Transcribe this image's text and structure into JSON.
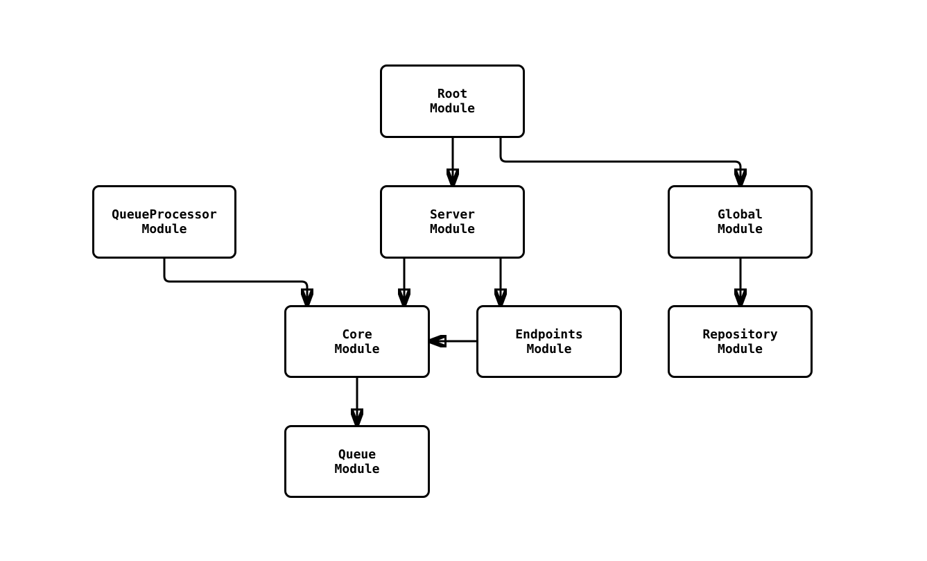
{
  "diagram": {
    "type": "module-dependency-graph",
    "background_color": "#ffffff",
    "stroke_color": "#000000",
    "text_color": "#000000",
    "nodes": {
      "root": {
        "line1": "Root",
        "line2": "Module"
      },
      "queue_processor": {
        "line1": "QueueProcessor",
        "line2": "Module"
      },
      "server": {
        "line1": "Server",
        "line2": "Module"
      },
      "global": {
        "line1": "Global",
        "line2": "Module"
      },
      "core": {
        "line1": "Core",
        "line2": "Module"
      },
      "endpoints": {
        "line1": "Endpoints",
        "line2": "Module"
      },
      "repository": {
        "line1": "Repository",
        "line2": "Module"
      },
      "queue": {
        "line1": "Queue",
        "line2": "Module"
      }
    },
    "edges": [
      {
        "from": "Root Module",
        "to": "Server Module"
      },
      {
        "from": "Root Module",
        "to": "Global Module"
      },
      {
        "from": "QueueProcessor Module",
        "to": "Core Module"
      },
      {
        "from": "Server Module",
        "to": "Core Module"
      },
      {
        "from": "Server Module",
        "to": "Endpoints Module"
      },
      {
        "from": "Endpoints Module",
        "to": "Core Module"
      },
      {
        "from": "Core Module",
        "to": "Queue Module"
      },
      {
        "from": "Global Module",
        "to": "Repository Module"
      }
    ]
  }
}
